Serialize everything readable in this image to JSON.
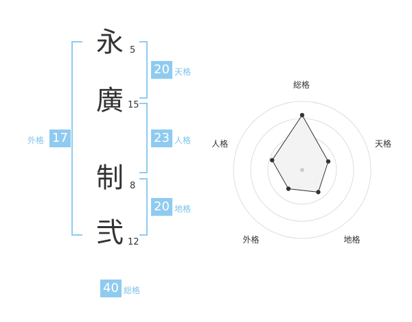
{
  "name": {
    "chars": [
      {
        "char": "永",
        "strokes": "5"
      },
      {
        "char": "廣",
        "strokes": "15"
      },
      {
        "char": "制",
        "strokes": "8"
      },
      {
        "char": "弐",
        "strokes": "12"
      }
    ]
  },
  "fortunes": {
    "tenkaku": {
      "value": "20",
      "label": "天格"
    },
    "jinkaku": {
      "value": "23",
      "label": "人格"
    },
    "chikaku": {
      "value": "20",
      "label": "地格"
    },
    "gaikaku": {
      "value": "17",
      "label": "外格"
    },
    "soukaku": {
      "value": "40",
      "label": "総格"
    }
  },
  "chart_data": {
    "type": "radar",
    "axes": [
      "総格",
      "天格",
      "地格",
      "外格",
      "人格"
    ],
    "values": [
      40,
      20,
      20,
      17,
      23
    ],
    "ring_count": 4,
    "colors": {
      "fill": "#f2f2f2",
      "line": "#333333",
      "ring": "#dddddd"
    }
  }
}
